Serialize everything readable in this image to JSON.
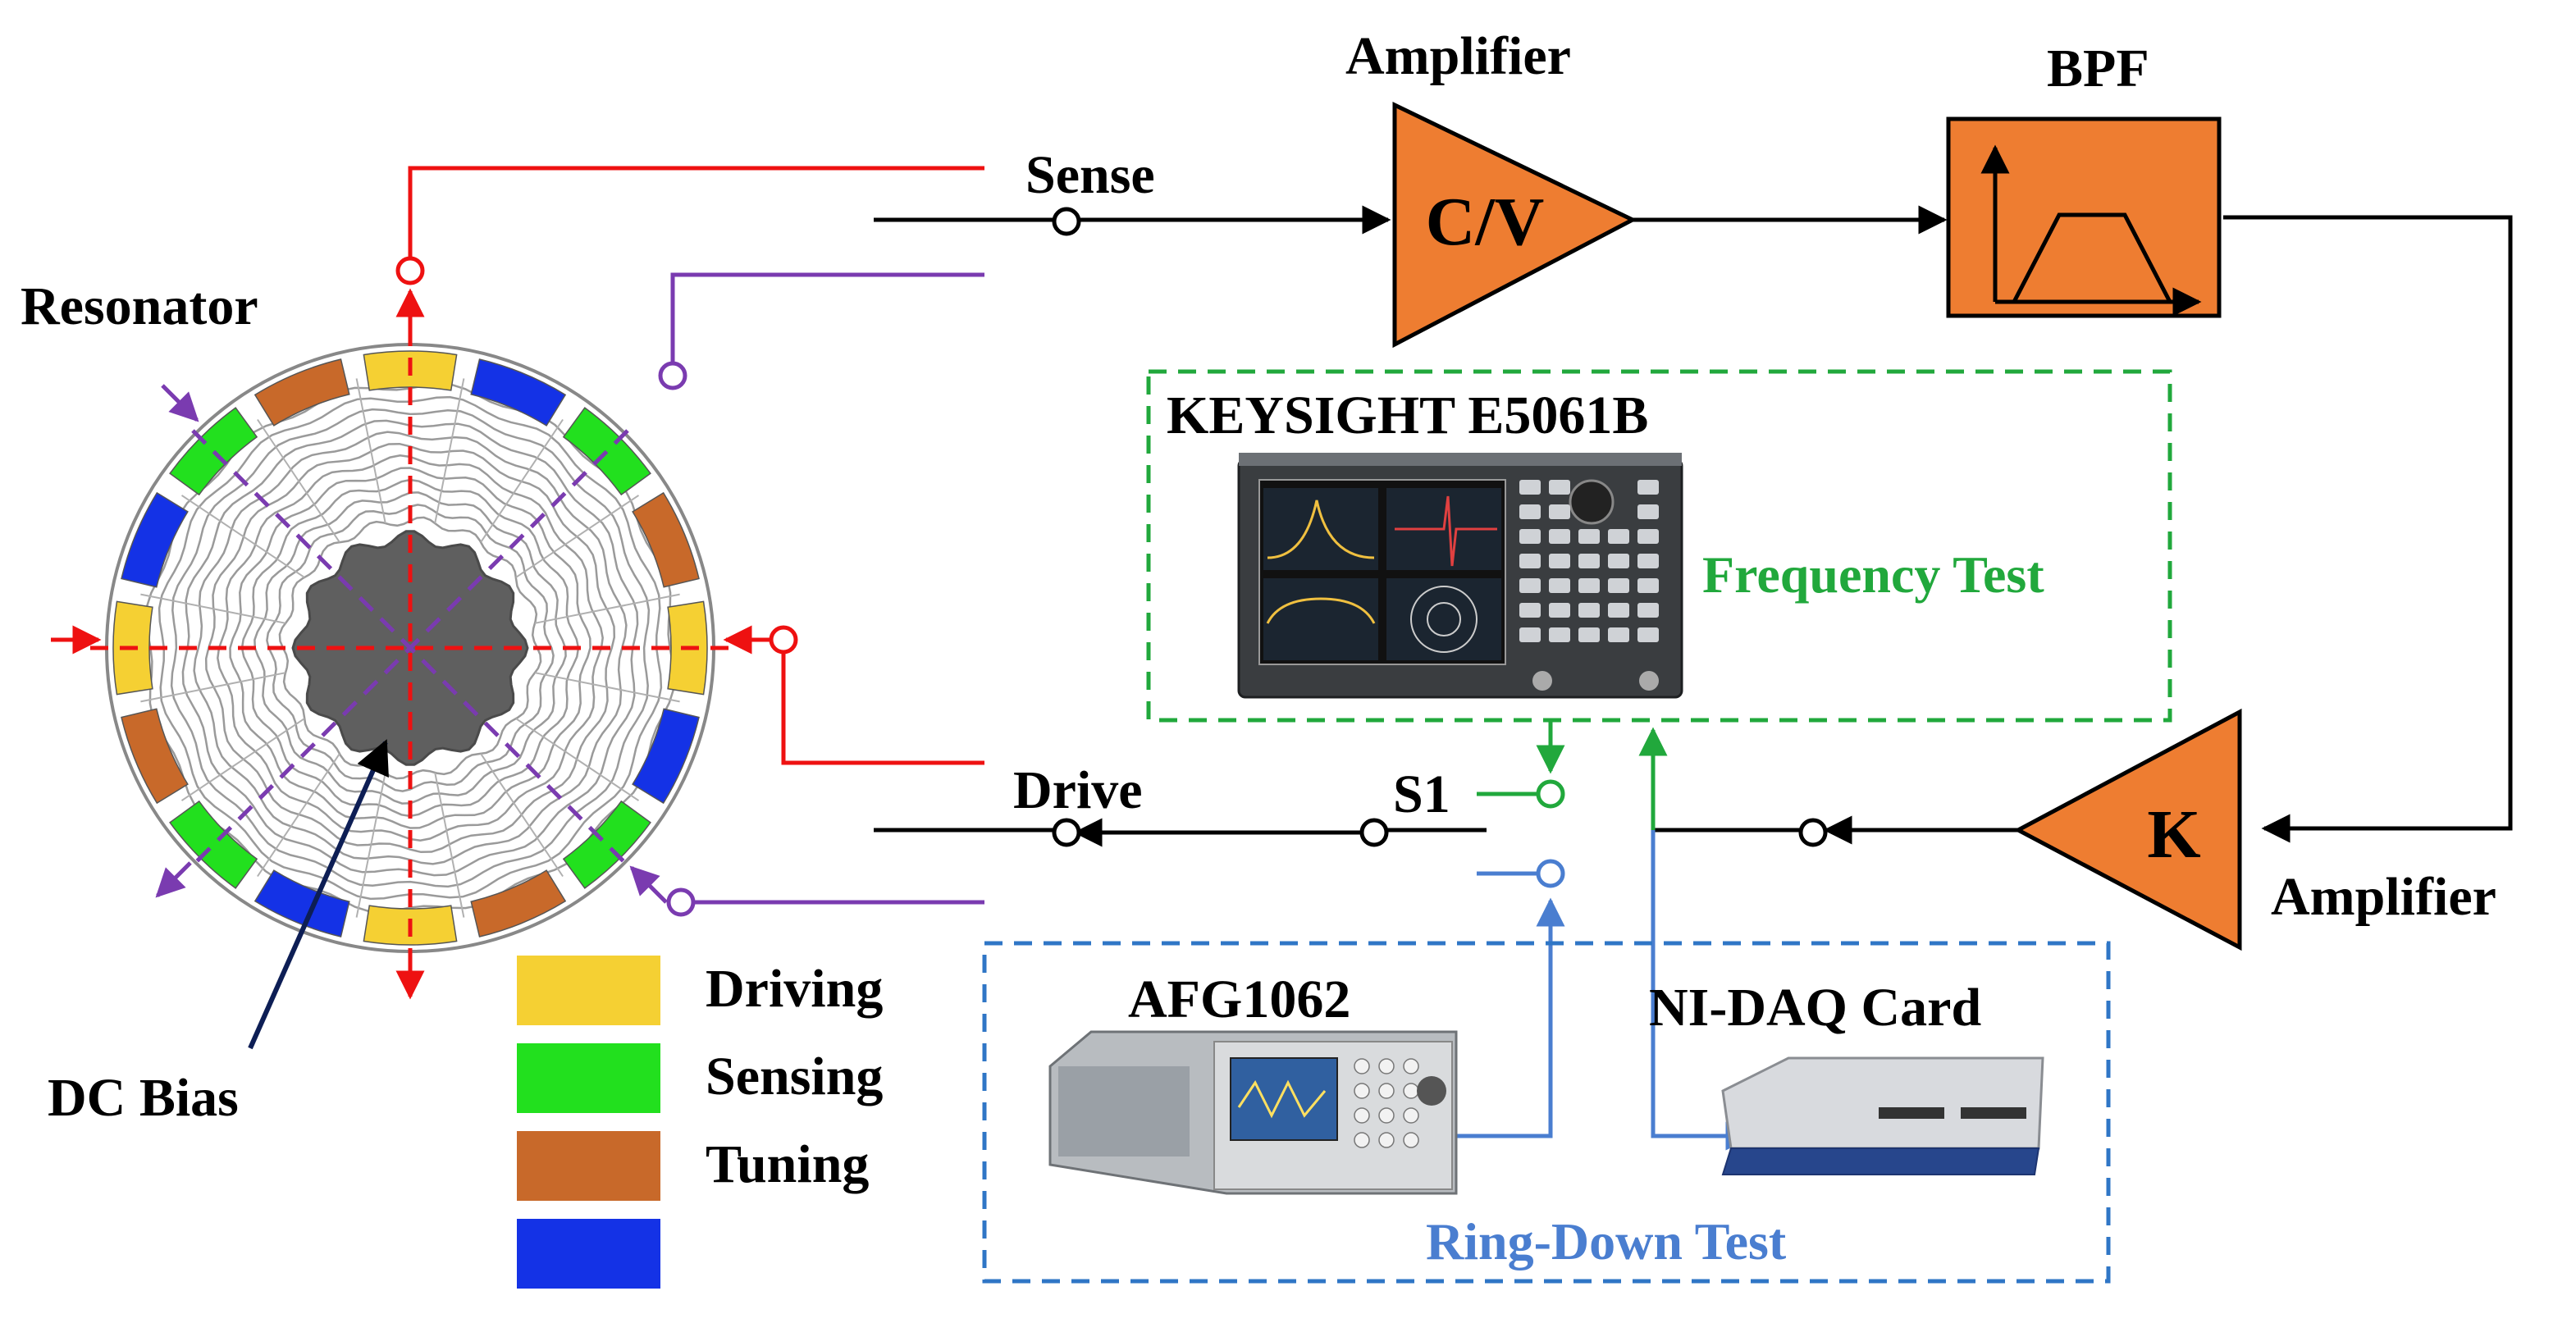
{
  "labels": {
    "resonator": "Resonator",
    "dc_bias": "DC Bias",
    "sense": "Sense",
    "drive": "Drive",
    "s1": "S1",
    "amplifier_top": "Amplifier",
    "amplifier_bottom": "Amplifier",
    "bpf": "BPF",
    "cv": "C/V",
    "k": "K",
    "keysight": "KEYSIGHT E5061B",
    "frequency_test": "Frequency Test",
    "afg": "AFG1062",
    "nidaq": "NI-DAQ Card",
    "ring_down_test": "Ring-Down Test"
  },
  "legend": [
    {
      "label": "Driving",
      "color": "#f5d033"
    },
    {
      "label": "Sensing",
      "color": "#22e01e"
    },
    {
      "label": "Tuning",
      "color": "#c8692a"
    },
    {
      "label": "",
      "color": "#1432e6"
    }
  ],
  "colors": {
    "red": "#ee1111",
    "purple": "#7a3bb0",
    "green": "#21a83c",
    "blue": "#4a7ed0",
    "orange": "#ee7d31",
    "dark_gray": "#5f5f5f"
  }
}
